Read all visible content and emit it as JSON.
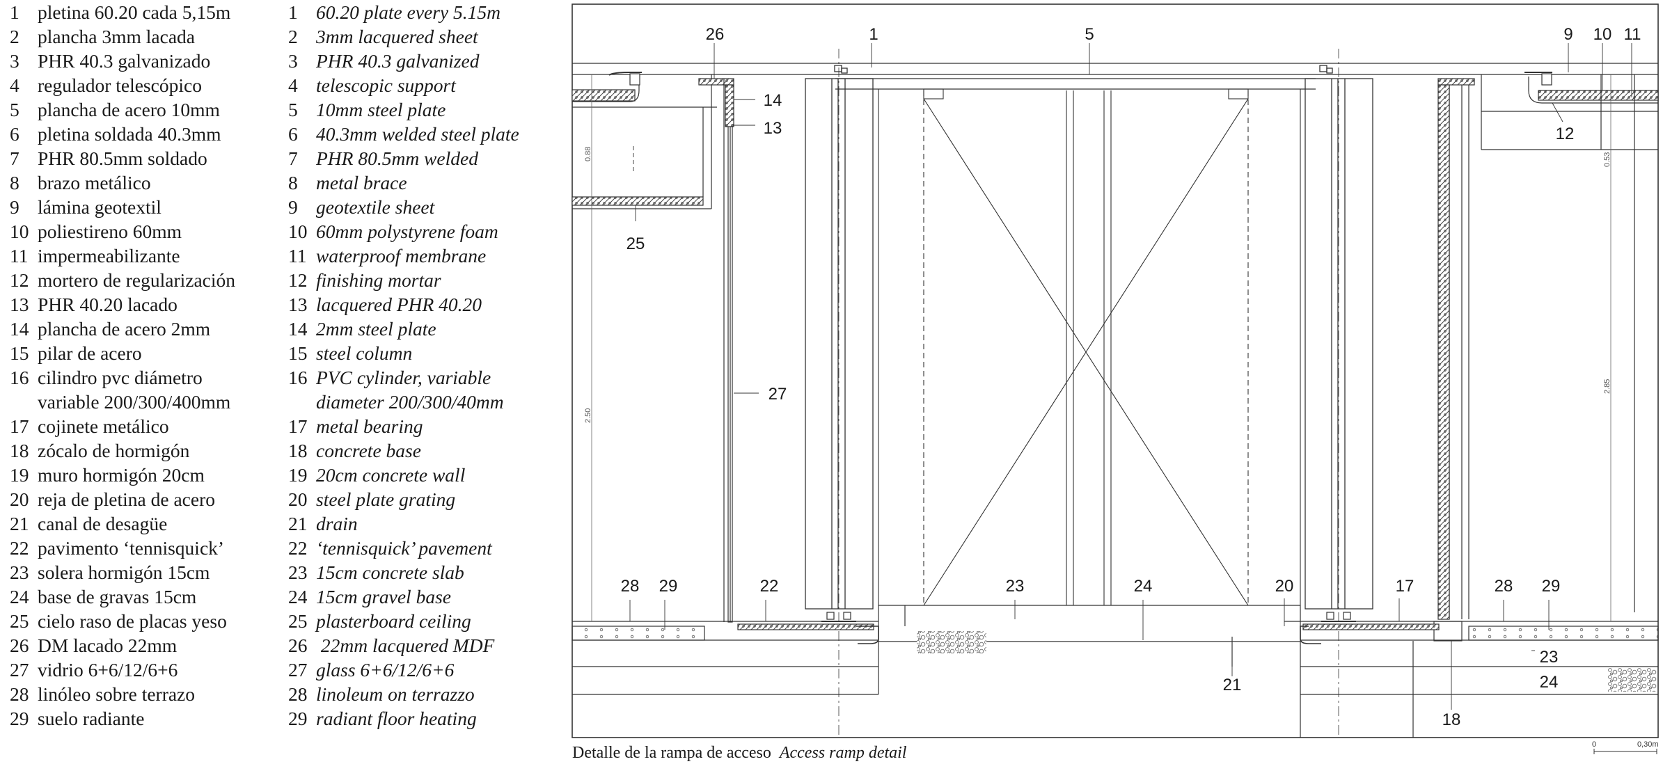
{
  "legend_es": [
    {
      "n": "1",
      "t": "pletina 60.20 cada 5,15m"
    },
    {
      "n": "2",
      "t": "plancha 3mm lacada"
    },
    {
      "n": "3",
      "t": "PHR 40.3 galvanizado"
    },
    {
      "n": "4",
      "t": "regulador telescópico"
    },
    {
      "n": "5",
      "t": "plancha de acero 10mm"
    },
    {
      "n": "6",
      "t": "pletina soldada 40.3mm"
    },
    {
      "n": "7",
      "t": "PHR 80.5mm soldado"
    },
    {
      "n": "8",
      "t": "brazo metálico"
    },
    {
      "n": "9",
      "t": "lámina geotextil"
    },
    {
      "n": "10",
      "t": "poliestireno 60mm"
    },
    {
      "n": "11",
      "t": "impermeabilizante"
    },
    {
      "n": "12",
      "t": "mortero de regularización"
    },
    {
      "n": "13",
      "t": "PHR 40.20 lacado"
    },
    {
      "n": "14",
      "t": "plancha de acero 2mm"
    },
    {
      "n": "15",
      "t": "pilar de acero"
    },
    {
      "n": "16",
      "t": "cilindro pvc diámetro"
    },
    {
      "n": "",
      "t": "variable 200/300/400mm"
    },
    {
      "n": "17",
      "t": "cojinete metálico"
    },
    {
      "n": "18",
      "t": "zócalo de hormigón"
    },
    {
      "n": "19",
      "t": "muro hormigón 20cm"
    },
    {
      "n": "20",
      "t": "reja de pletina de acero"
    },
    {
      "n": "21",
      "t": "canal de desagüe"
    },
    {
      "n": "22",
      "t": "pavimento ‘tennisquick’"
    },
    {
      "n": "23",
      "t": "solera hormigón 15cm"
    },
    {
      "n": "24",
      "t": "base de gravas 15cm"
    },
    {
      "n": "25",
      "t": "cielo raso de placas yeso"
    },
    {
      "n": "26",
      "t": "DM lacado 22mm"
    },
    {
      "n": "27",
      "t": "vidrio 6+6/12/6+6"
    },
    {
      "n": "28",
      "t": "linóleo sobre terrazo"
    },
    {
      "n": "29",
      "t": "suelo radiante"
    }
  ],
  "legend_en": [
    {
      "n": "1",
      "t": "60.20 plate every 5.15m"
    },
    {
      "n": "2",
      "t": "3mm lacquered sheet"
    },
    {
      "n": "3",
      "t": "PHR 40.3 galvanized"
    },
    {
      "n": "4",
      "t": "telescopic support"
    },
    {
      "n": "5",
      "t": "10mm steel plate"
    },
    {
      "n": "6",
      "t": "40.3mm welded steel plate"
    },
    {
      "n": "7",
      "t": "PHR 80.5mm welded"
    },
    {
      "n": "8",
      "t": "metal brace"
    },
    {
      "n": "9",
      "t": "geotextile sheet"
    },
    {
      "n": "10",
      "t": "60mm polystyrene foam"
    },
    {
      "n": "11",
      "t": "waterproof membrane"
    },
    {
      "n": "12",
      "t": "finishing mortar"
    },
    {
      "n": "13",
      "t": "lacquered PHR 40.20"
    },
    {
      "n": "14",
      "t": "2mm steel plate"
    },
    {
      "n": "15",
      "t": "steel column"
    },
    {
      "n": "16",
      "t": "PVC cylinder, variable"
    },
    {
      "n": "",
      "t": "diameter 200/300/40mm"
    },
    {
      "n": "17",
      "t": "metal bearing"
    },
    {
      "n": "18",
      "t": "concrete base"
    },
    {
      "n": "19",
      "t": "20cm concrete wall"
    },
    {
      "n": "20",
      "t": "steel plate grating"
    },
    {
      "n": "21",
      "t": "drain"
    },
    {
      "n": "22",
      "t": "‘tennisquick’ pavement"
    },
    {
      "n": "23",
      "t": "15cm concrete slab"
    },
    {
      "n": "24",
      "t": "15cm gravel base"
    },
    {
      "n": "25",
      "t": "plasterboard ceiling"
    },
    {
      "n": "26",
      "t": " 22mm lacquered MDF"
    },
    {
      "n": "27",
      "t": "glass 6+6/12/6+6"
    },
    {
      "n": "28",
      "t": "linoleum on terrazzo"
    },
    {
      "n": "29",
      "t": "radiant floor heating"
    }
  ],
  "caption": {
    "es": "Detalle de la rampa de acceso",
    "en": "Access ramp detail"
  },
  "dimensions": {
    "d088": "0.88",
    "d250": "2.50",
    "d053": "0.53",
    "d285": "2.85"
  },
  "scale": {
    "start": "0",
    "end": "0,30m"
  },
  "callouts": {
    "c1": "1",
    "c5": "5",
    "c26": "26",
    "c9": "9",
    "c10": "10",
    "c11": "11",
    "c14": "14",
    "c13": "13",
    "c25": "25",
    "c12": "12",
    "c27": "27",
    "c28a": "28",
    "c29a": "29",
    "c22": "22",
    "c23a": "23",
    "c24a": "24",
    "c20": "20",
    "c17": "17",
    "c28b": "28",
    "c29b": "29",
    "c23b": "23",
    "c24b": "24",
    "c21": "21",
    "c18": "18"
  }
}
